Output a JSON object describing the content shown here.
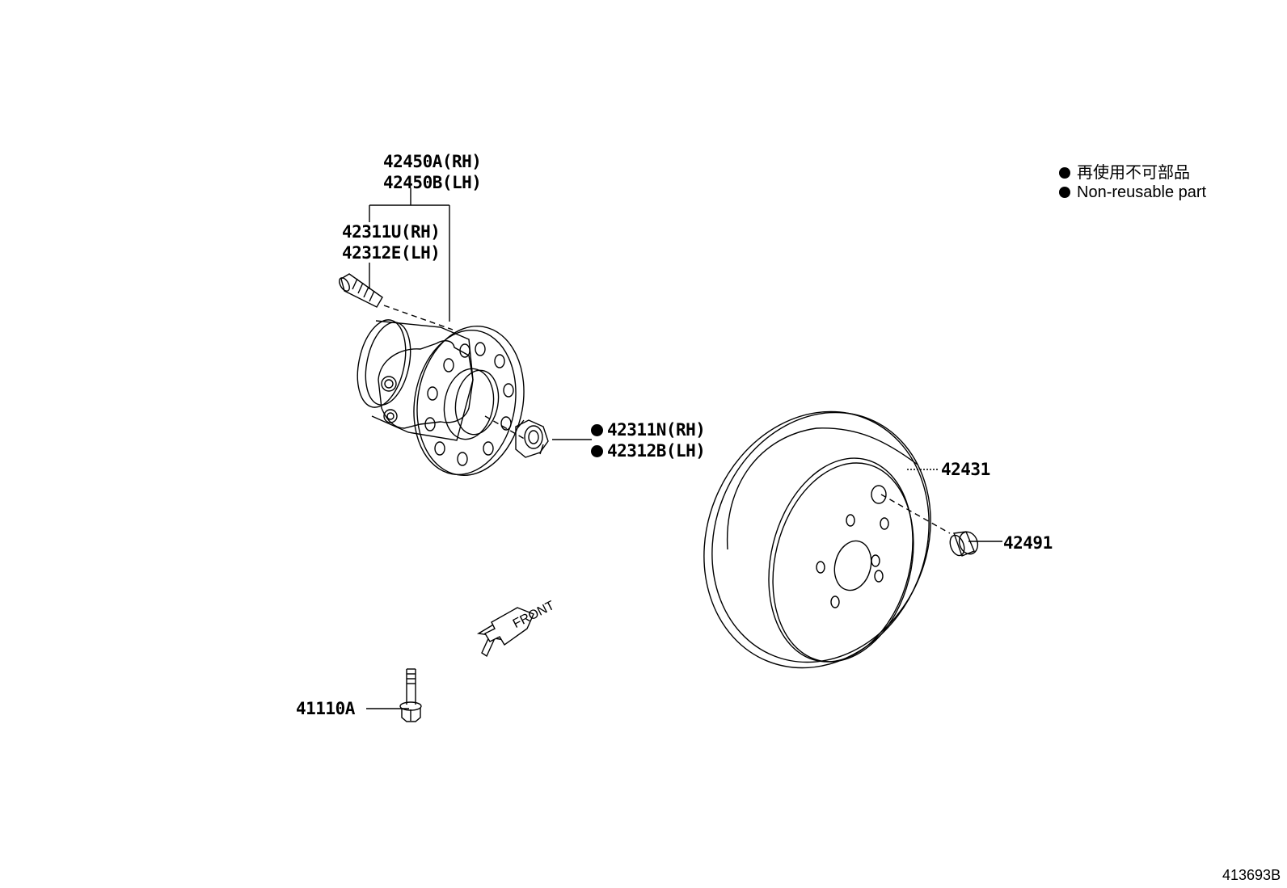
{
  "labels": {
    "hub_assy_rh": "42450A(RH)",
    "hub_assy_lh": "42450B(LH)",
    "hub_bolt_rh": "42311U(RH)",
    "hub_bolt_lh": "42312E(LH)",
    "hub_nut_rh": "42311N(RH)",
    "hub_nut_lh": "42312B(LH)",
    "disc": "42431",
    "plug": "42491",
    "bolt": "41110A"
  },
  "legend": {
    "japanese": "再使用不可部品",
    "english": "Non-reusable part"
  },
  "front_arrow_label": "FRONT",
  "figure_number": "413693B"
}
